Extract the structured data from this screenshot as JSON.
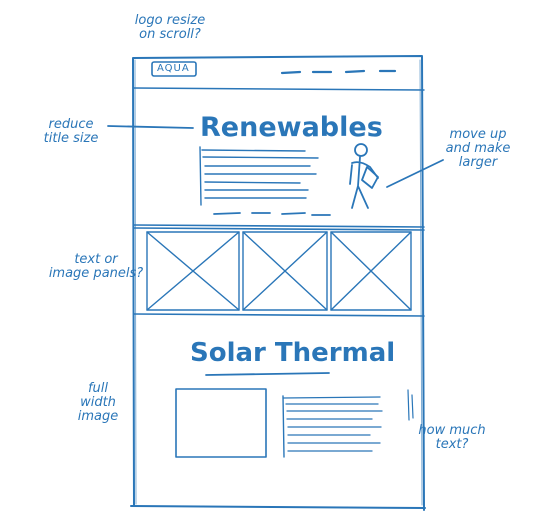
{
  "colors": {
    "ink": "#2a76b8",
    "paper": "#ffffff"
  },
  "wireframe": {
    "logo": "AQUA",
    "hero_title": "Renewables",
    "section_title": "Solar Thermal",
    "hero_figure_icon": "stick-figure-icon"
  },
  "annotations": {
    "logo_resize": "logo resize\non scroll?",
    "reduce_title": "reduce\ntitle size",
    "move_up": "move up\nand make\nlarger",
    "panels": "text or\nimage panels?",
    "full_width": "full\nwidth\nimage",
    "how_much_text": "how much\ntext?"
  }
}
